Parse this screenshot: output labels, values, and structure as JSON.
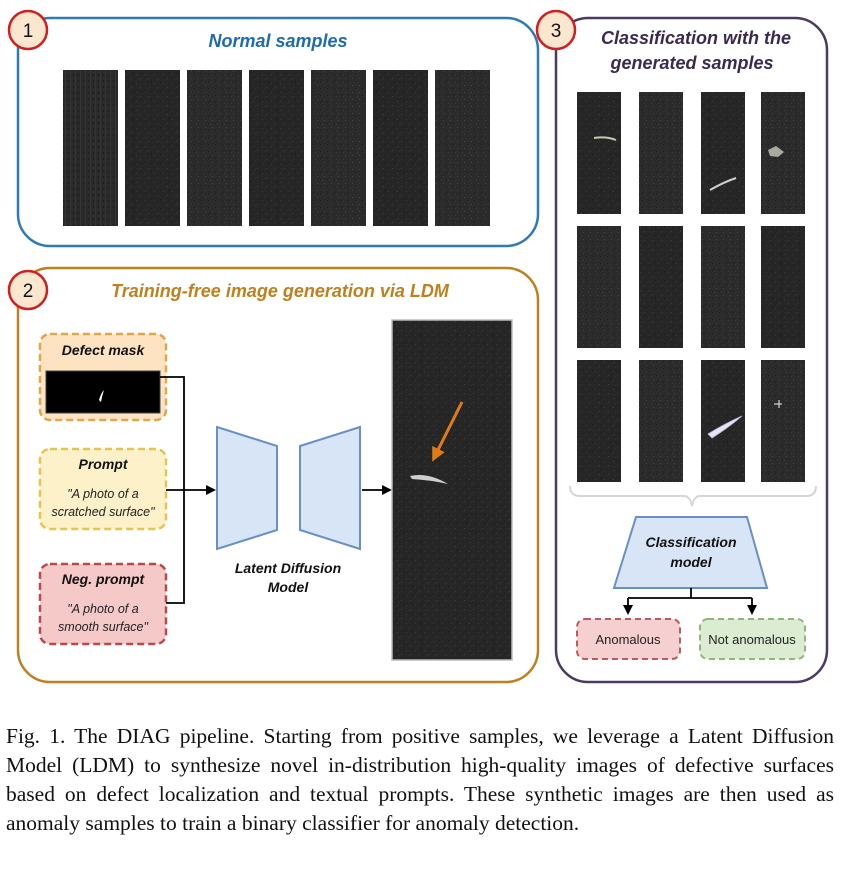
{
  "panel1": {
    "number": "1",
    "title": "Normal samples"
  },
  "panel2": {
    "number": "2",
    "title": "Training-free image generation via LDM",
    "defect_mask_label": "Defect mask",
    "prompt_label": "Prompt",
    "prompt_line1": "\"A photo of a",
    "prompt_line2": "scratched surface\"",
    "neg_prompt_label": "Neg. prompt",
    "neg_prompt_line1": "\"A photo of a",
    "neg_prompt_line2": "smooth surface\"",
    "ldm_line1": "Latent Diffusion",
    "ldm_line2": "Model"
  },
  "panel3": {
    "number": "3",
    "title_line1": "Classification with the",
    "title_line2": "generated samples",
    "model_line1": "Classification",
    "model_line2": "model",
    "anomalous_label": "Anomalous",
    "not_anomalous_label": "Not anomalous"
  },
  "caption": "Fig. 1.  The DIAG pipeline. Starting from positive samples, we leverage a Latent Diffusion Model (LDM) to synthesize novel in-distribution high-quality images of defective surfaces based on defect localization and textual prompts. These synthetic images are then used as anomaly samples to train a binary classifier for anomaly detection.",
  "colors": {
    "panel1_border": "#2f7ab8",
    "panel1_title": "#1f6bb0",
    "panel2_border": "#c0801e",
    "panel2_title": "#c0801e",
    "panel3_border": "#4a3a64",
    "panel3_title": "#3a2a50",
    "badge_fill": "#fbe7cf",
    "badge_stroke": "#d11f1f",
    "arrow_orange": "#e07b18"
  }
}
